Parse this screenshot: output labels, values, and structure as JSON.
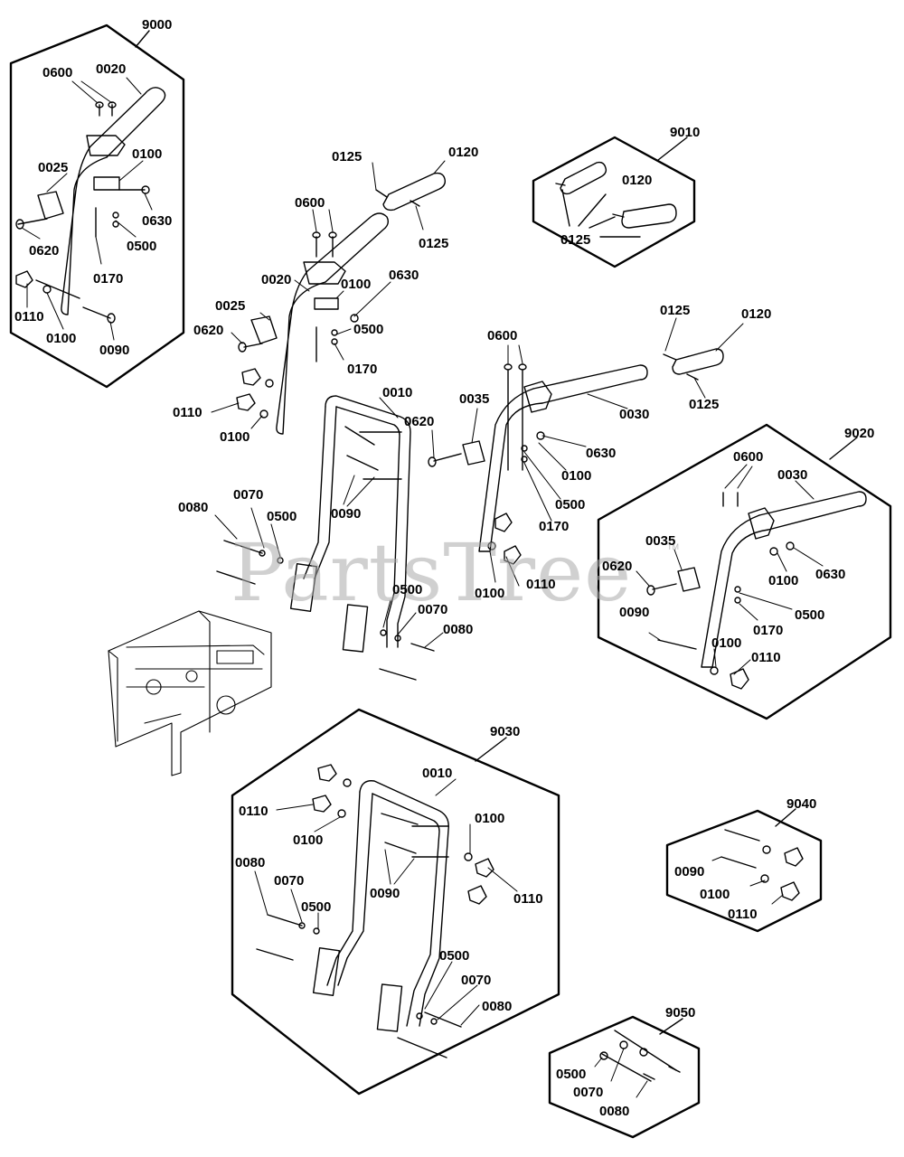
{
  "watermark": {
    "text": "PartsTree",
    "trademark": "TM"
  },
  "group_labels": {
    "g9000": "9000",
    "g9010": "9010",
    "g9020": "9020",
    "g9030": "9030",
    "g9040": "9040",
    "g9050": "9050"
  },
  "part_labels": {
    "p0010": "0010",
    "p0020": "0020",
    "p0025": "0025",
    "p0030": "0030",
    "p0035": "0035",
    "p0070": "0070",
    "p0080": "0080",
    "p0090": "0090",
    "p0100": "0100",
    "p0110": "0110",
    "p0120": "0120",
    "p0125": "0125",
    "p0170": "0170",
    "p0500": "0500",
    "p0600": "0600",
    "p0620": "0620",
    "p0630": "0630"
  },
  "colors": {
    "line": "#000000",
    "watermark": "#aaaaaa",
    "background": "#ffffff"
  }
}
